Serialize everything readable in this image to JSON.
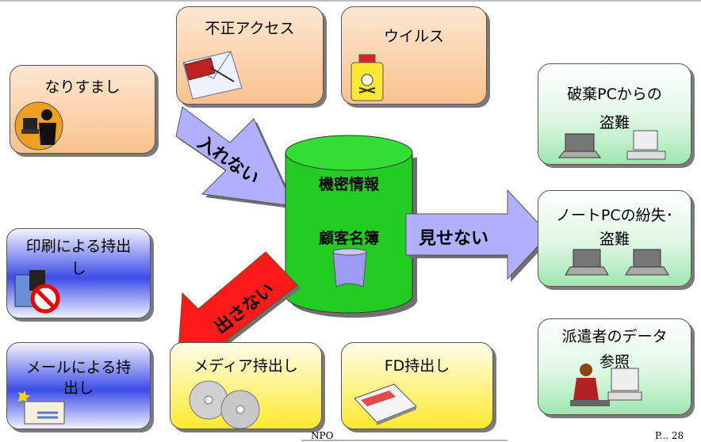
{
  "boxes": {
    "narisumashi": "なりすまし",
    "fusei_access": "不正アクセス",
    "virus": "ウイルス",
    "haiki_pc": "破棄PCからの\n盗難",
    "note_pc": "ノートPCの紛失･\n盗難",
    "haken": "派遣者のデータ\n参照",
    "insatsu": "印刷による持出\nし",
    "mail": "メールによる持\n出し",
    "media": "メディア持出し",
    "fd": "FD持出し"
  },
  "center": {
    "line1": "機密情報",
    "line2": "顧客名簿"
  },
  "arrows": {
    "in": "入れない",
    "show": "見せない",
    "out": "出さない"
  },
  "footer": {
    "left": "NPO",
    "right": "P... 28"
  },
  "colors": {
    "cylinder": "#22cc22",
    "arrow_in": "#a9a9ff",
    "arrow_show": "#a9a9ff",
    "arrow_out": "#ff1a1a"
  }
}
